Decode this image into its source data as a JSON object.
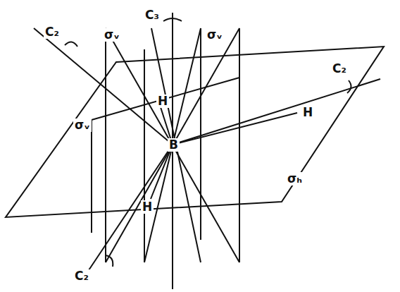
{
  "diagram": {
    "labels": [
      "C₂",
      "C₃",
      "σᵥ",
      "σᵥ",
      "C₂",
      "σᵥ",
      "H",
      "H",
      "B",
      "H",
      "σₕ",
      "C₂"
    ]
  }
}
